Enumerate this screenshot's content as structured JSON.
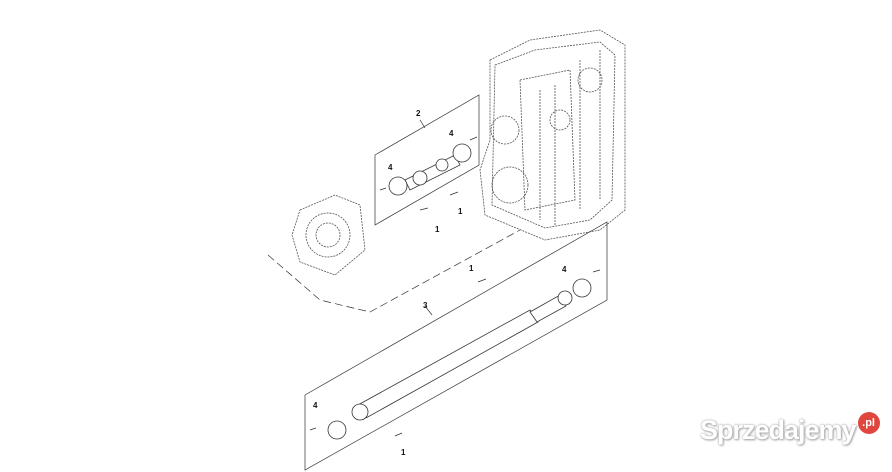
{
  "diagram": {
    "callouts": [
      "2",
      "4",
      "4",
      "1",
      "1",
      "1",
      "3",
      "4",
      "4",
      "1"
    ]
  },
  "watermark": {
    "text": "Sprzedajemy",
    "suffix": ".pl",
    "accent": "#e0463e"
  }
}
